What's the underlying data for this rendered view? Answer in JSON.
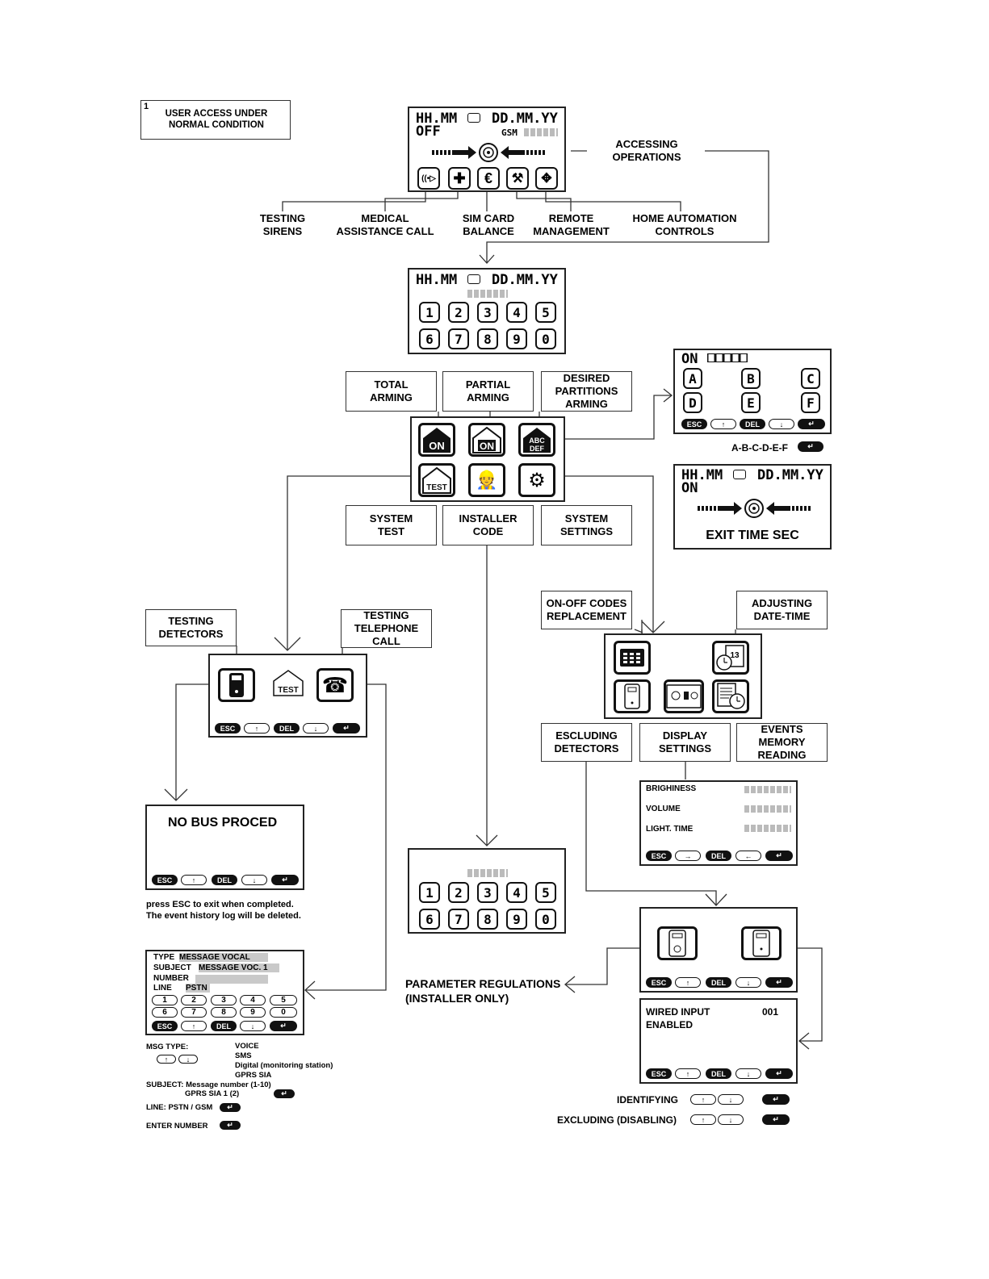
{
  "note_box": {
    "number": "1",
    "text": "USER ACCESS UNDER\nNORMAL CONDITION"
  },
  "main_screen": {
    "time": "HH.MM",
    "date": "DD.MM.YY",
    "status": "OFF",
    "gsm": "GSM"
  },
  "accessing_operations": "ACCESSING\nOPERATIONS",
  "main_functions": [
    "TESTING\nSIRENS",
    "MEDICAL\nASSISTANCE CALL",
    "SIM CARD\nBALANCE",
    "REMOTE\nMANAGEMENT",
    "HOME AUTOMATION\nCONTROLS"
  ],
  "code_screen": {
    "time": "HH.MM",
    "date": "DD.MM.YY",
    "keys": [
      "1",
      "2",
      "3",
      "4",
      "5",
      "6",
      "7",
      "8",
      "9",
      "0"
    ]
  },
  "arming_labels": [
    "TOTAL\nARMING",
    "PARTIAL\nARMING",
    "DESIRED\nPARTITIONS\nARMING"
  ],
  "menu_labels": [
    "SYSTEM\nTEST",
    "INSTALLER\nCODE",
    "SYSTEM\nSETTINGS"
  ],
  "menu_icon_text": {
    "on": "ON",
    "partial": "ON",
    "abc": "ABC\nDEF",
    "test": "TEST"
  },
  "partition_screen": {
    "title": "ON",
    "keys": [
      "A",
      "B",
      "C",
      "D",
      "E",
      "F"
    ]
  },
  "partition_hint": "A-B-C-D-E-F",
  "exit_screen": {
    "time": "HH.MM",
    "date": "DD.MM.YY",
    "status": "ON",
    "message": "EXIT TIME SEC"
  },
  "softkeys": {
    "esc": "ESC",
    "del": "DEL",
    "up": "↑",
    "down": "↓",
    "enter": "↵",
    "right": "→",
    "left": "←"
  },
  "test_labels": [
    "TESTING\nDETECTORS",
    "TESTING\nTELEPHONE\nCALL"
  ],
  "nobus_screen": {
    "message": "NO BUS PROCED"
  },
  "nobus_note": "press ESC to exit when completed.\nThe event history log will be deleted.",
  "message_screen": {
    "type_label": "TYPE",
    "type_value": "MESSAGE VOCAL",
    "subject_label": "SUBJECT",
    "subject_value": "MESSAGE VOC. 1",
    "number_label": "NUMBER",
    "line_label": "LINE",
    "line_value": "PSTN"
  },
  "message_notes": {
    "msg_type": "MSG TYPE:",
    "types": "VOICE\nSMS\nDigital (monitoring station)\nGPRS SIA",
    "subject": "SUBJECT: Message number (1-10)",
    "subject2": "GPRS SIA 1 (2)",
    "line": "LINE: PSTN / GSM",
    "enter": "ENTER NUMBER"
  },
  "installer_keys": [
    "1",
    "2",
    "3",
    "4",
    "5",
    "6",
    "7",
    "8",
    "9",
    "0"
  ],
  "parameter_label": "PARAMETER REGULATIONS\n(INSTALLER ONLY)",
  "settings_top_labels": [
    "ON-OFF CODES\nREPLACEMENT",
    "ADJUSTING\nDATE-TIME"
  ],
  "settings_bottom_labels": [
    "ESCLUDING\nDETECTORS",
    "DISPLAY\nSETTINGS",
    "EVENTS MEMORY\nREADING"
  ],
  "date_icon_text": "13",
  "display_screen": {
    "rows": [
      "BRIGHINESS",
      "VOLUME",
      "LIGHT. TIME"
    ]
  },
  "wired_screen": {
    "line1": "WIRED INPUT",
    "line2": "ENABLED",
    "number": "001"
  },
  "bottom_legend": [
    "IDENTIFYING",
    "EXCLUDING (DISABLING)"
  ]
}
